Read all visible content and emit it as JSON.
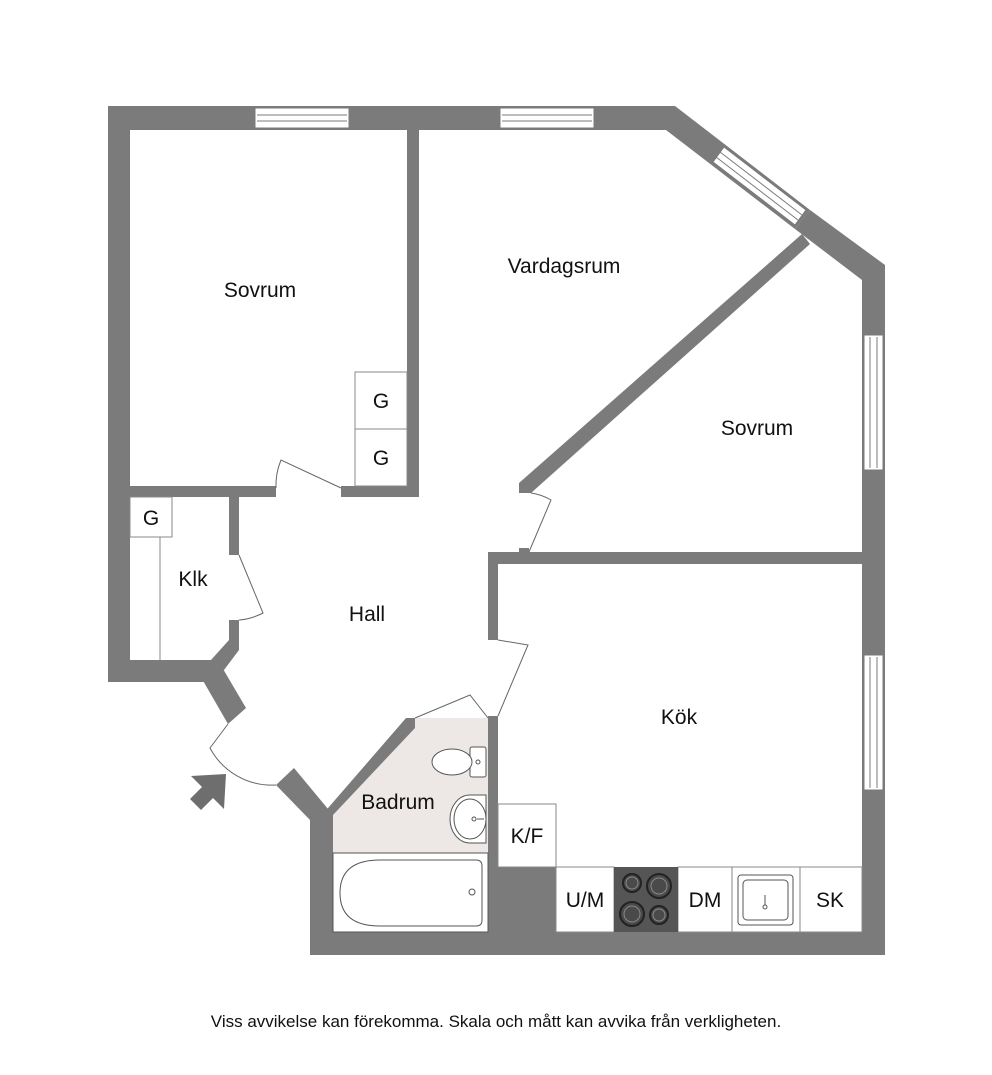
{
  "rooms": {
    "sovrum_1": "Sovrum",
    "vardagsrum": "Vardagsrum",
    "sovrum_2": "Sovrum",
    "hall": "Hall",
    "klk": "Klk",
    "kok": "Kök",
    "badrum": "Badrum"
  },
  "fixtures": {
    "garderob_1": "G",
    "garderob_2": "G",
    "garderob_3": "G",
    "kyl_frys": "K/F",
    "ugn_micro": "U/M",
    "diskmaskin": "DM",
    "skap": "SK"
  },
  "disclaimer": "Viss avvikelse kan förekomma. Skala och mått kan avvika från verkligheten.",
  "colors": {
    "wall": "#7b7b7b",
    "bathroom_floor": "#ede8e6",
    "stove": "#555555",
    "fixture_line": "#555555"
  },
  "icons": [
    "entrance-arrow-icon",
    "toilet-icon",
    "washbasin-icon",
    "bathtub-icon",
    "stove-icon",
    "sink-icon"
  ]
}
